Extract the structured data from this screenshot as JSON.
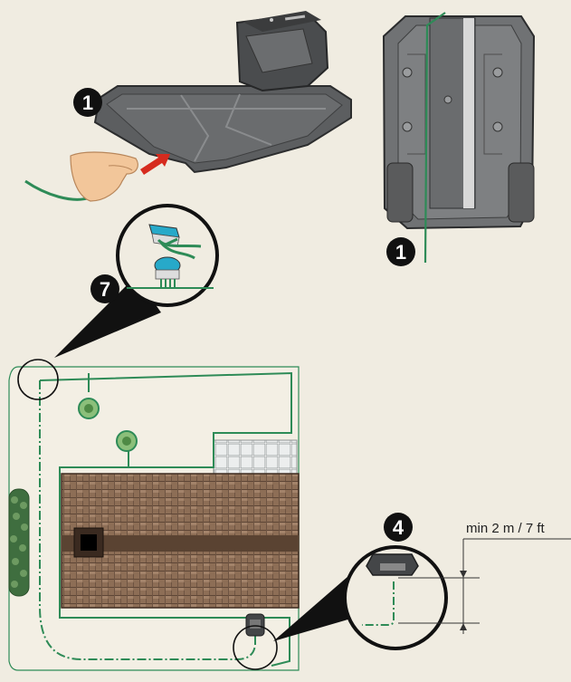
{
  "steps": {
    "step1_top": "1",
    "step1_bottom": "1",
    "step7": "7",
    "step4": "4"
  },
  "dimension": {
    "label": "min 2 m / 7 ft"
  },
  "colors": {
    "background": "#f0ece1",
    "wire": "#2e8b57",
    "mower_body": "#555759",
    "badge": "#111111",
    "arrow": "#d62b1e",
    "roof": "#8a6a52",
    "hedge": "#3f6e3f"
  },
  "icons": {
    "connector": "wire-connector-icon",
    "charging_station": "charging-station-icon",
    "hand": "hand-icon"
  }
}
